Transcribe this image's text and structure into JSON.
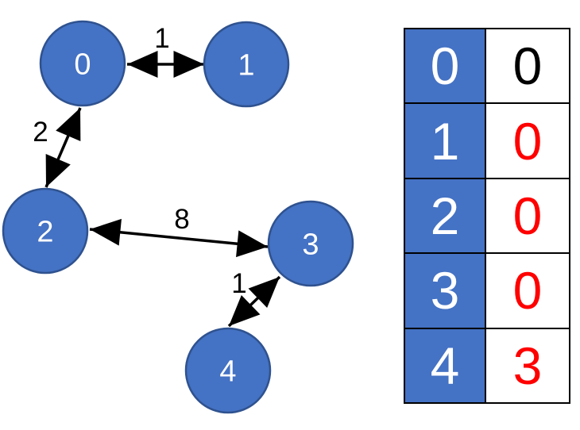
{
  "graph": {
    "nodes": [
      {
        "label": "0"
      },
      {
        "label": "1"
      },
      {
        "label": "2"
      },
      {
        "label": "3"
      },
      {
        "label": "4"
      }
    ],
    "edges": [
      {
        "from": "0",
        "to": "1",
        "weight": "1"
      },
      {
        "from": "0",
        "to": "2",
        "weight": "2"
      },
      {
        "from": "2",
        "to": "3",
        "weight": "8"
      },
      {
        "from": "3",
        "to": "4",
        "weight": "1"
      }
    ]
  },
  "table": {
    "rows": [
      {
        "node": "0",
        "value": "0",
        "value_class": "val-black"
      },
      {
        "node": "1",
        "value": "0",
        "value_class": "val-red"
      },
      {
        "node": "2",
        "value": "0",
        "value_class": "val-red"
      },
      {
        "node": "3",
        "value": "0",
        "value_class": "val-red"
      },
      {
        "node": "4",
        "value": "3",
        "value_class": "val-red"
      }
    ]
  },
  "colors": {
    "node_fill": "#4472C4",
    "node_border": "#2F528F",
    "edge_color": "#000000",
    "highlight_red": "#FF0000"
  }
}
